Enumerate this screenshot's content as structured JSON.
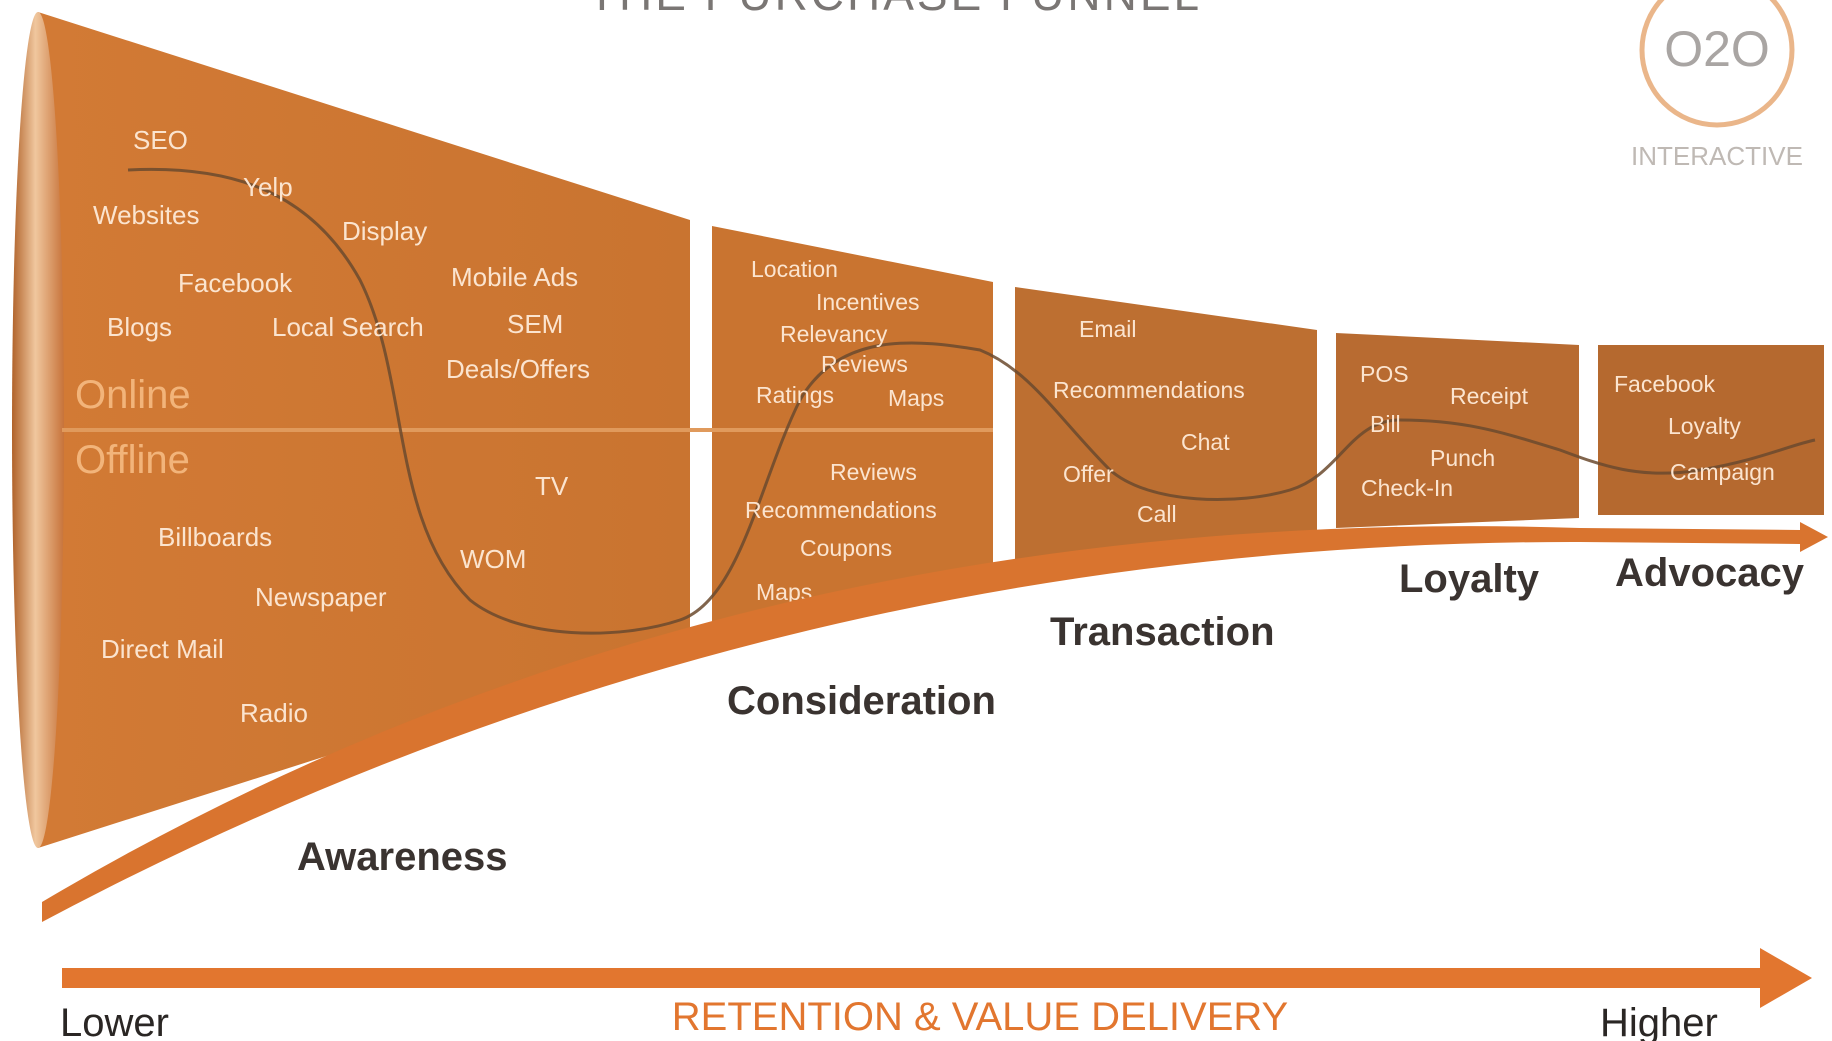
{
  "title": "THE PURCHASE FUNNEL",
  "logo": {
    "mark": "O2O",
    "sub": "INTERACTIVE"
  },
  "colors": {
    "funnel": "#cf7730",
    "dark_segment": "#b96b2f",
    "accent": "#e2762f",
    "curve": "#6b4a2e"
  },
  "dividers": {
    "online": "Online",
    "offline": "Offline"
  },
  "stages": {
    "awareness": {
      "label": "Awareness",
      "online": [
        "SEO",
        "Yelp",
        "Websites",
        "Display",
        "Facebook",
        "Mobile Ads",
        "Blogs",
        "Local Search",
        "SEM",
        "Deals/Offers"
      ],
      "offline": [
        "TV",
        "Billboards",
        "WOM",
        "Newspaper",
        "Direct Mail",
        "Radio"
      ]
    },
    "consideration": {
      "label": "Consideration",
      "online": [
        "Location",
        "Incentives",
        "Relevancy",
        "Reviews",
        "Ratings",
        "Maps"
      ],
      "offline": [
        "Reviews",
        "Recommendations",
        "Coupons",
        "Maps"
      ]
    },
    "transaction": {
      "label": "Transaction",
      "items": [
        "Email",
        "Recommendations",
        "Chat",
        "Offer",
        "Call"
      ]
    },
    "loyalty": {
      "label": "Loyalty",
      "items": [
        "POS",
        "Receipt",
        "Bill",
        "Punch",
        "Check-In"
      ]
    },
    "advocacy": {
      "label": "Advocacy",
      "items": [
        "Facebook",
        "Loyalty",
        "Campaign"
      ]
    }
  },
  "axis": {
    "low": "Lower",
    "center": "RETENTION & VALUE DELIVERY",
    "high": "Higher"
  }
}
